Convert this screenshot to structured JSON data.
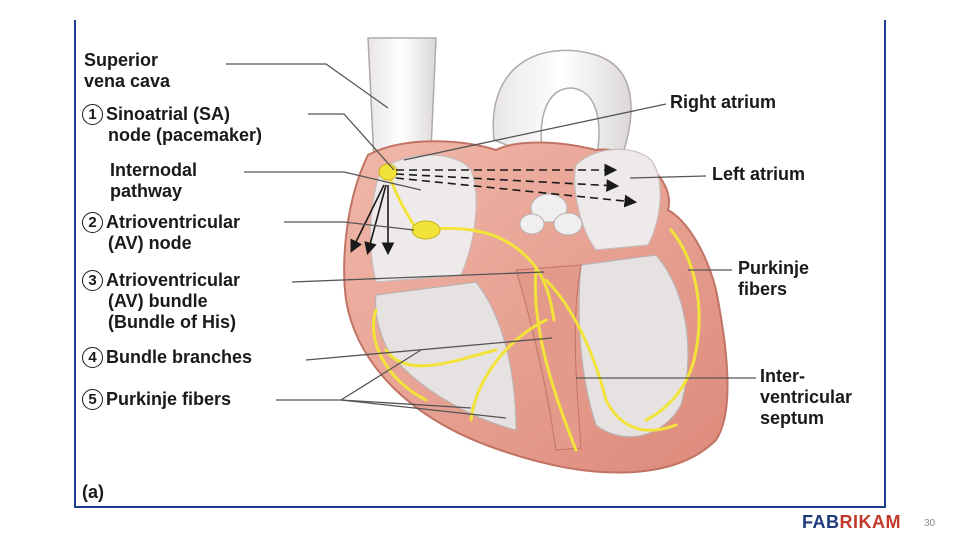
{
  "diagram": {
    "panel_label": "(a)",
    "labels": {
      "superior_vena_cava": "Superior\nvena cava",
      "internodal_pathway": "Internodal\npathway",
      "right_atrium": "Right atrium",
      "left_atrium": "Left atrium",
      "purkinje_fibers_right": "Purkinje\nfibers",
      "interventricular_septum": "Inter-\nventricular\nseptum"
    },
    "steps": [
      {
        "number": "1",
        "line1": "Sinoatrial (SA)",
        "line2": "node (pacemaker)"
      },
      {
        "number": "2",
        "line1": "Atrioventricular",
        "line2": "(AV) node"
      },
      {
        "number": "3",
        "line1": "Atrioventricular",
        "line2": "(AV) bundle\n(Bundle of His)"
      },
      {
        "number": "4",
        "line1": "Bundle branches",
        "line2": ""
      },
      {
        "number": "5",
        "line1": "Purkinje fibers",
        "line2": ""
      }
    ],
    "colors": {
      "myocardium": "#e8a295",
      "myocardium_dark": "#d47c6e",
      "chamber": "#f1ecec",
      "conduction": "#f2e33a",
      "frame": "#1f3f8f"
    }
  },
  "footer": {
    "brand_part1": "FAB",
    "brand_part2": "RIKAM",
    "page_number": "30"
  }
}
